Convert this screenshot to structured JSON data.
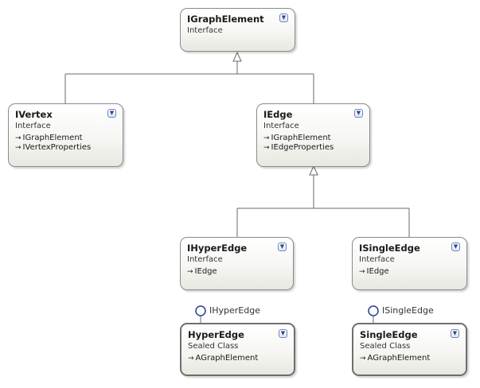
{
  "nodes": {
    "igraphelement": {
      "title": "IGraphElement",
      "stereotype": "Interface",
      "members": []
    },
    "ivertex": {
      "title": "IVertex",
      "stereotype": "Interface",
      "members": [
        "IGraphElement",
        "IVertexProperties"
      ]
    },
    "iedge": {
      "title": "IEdge",
      "stereotype": "Interface",
      "members": [
        "IGraphElement",
        "IEdgeProperties"
      ]
    },
    "ihyperedge": {
      "title": "IHyperEdge",
      "stereotype": "Interface",
      "members": [
        "IEdge"
      ]
    },
    "isingleedge": {
      "title": "ISingleEdge",
      "stereotype": "Interface",
      "members": [
        "IEdge"
      ]
    },
    "hyperedge": {
      "title": "HyperEdge",
      "stereotype": "Sealed Class",
      "members": [
        "AGraphElement"
      ]
    },
    "singleedge": {
      "title": "SingleEdge",
      "stereotype": "Sealed Class",
      "members": [
        "AGraphElement"
      ]
    }
  },
  "lollipops": {
    "hyperedge": "IHyperEdge",
    "singleedge": "ISingleEdge"
  },
  "icons": {
    "collapse": "double-chevron-down-icon",
    "inheritance_arrow": "right-arrow-icon",
    "implements": "lollipop-interface-icon"
  },
  "colors": {
    "box_border": "#8a8a8a",
    "class_border": "#6e6e6e",
    "connector": "#6a6a6a",
    "lollipop": "#2a3f8f"
  }
}
